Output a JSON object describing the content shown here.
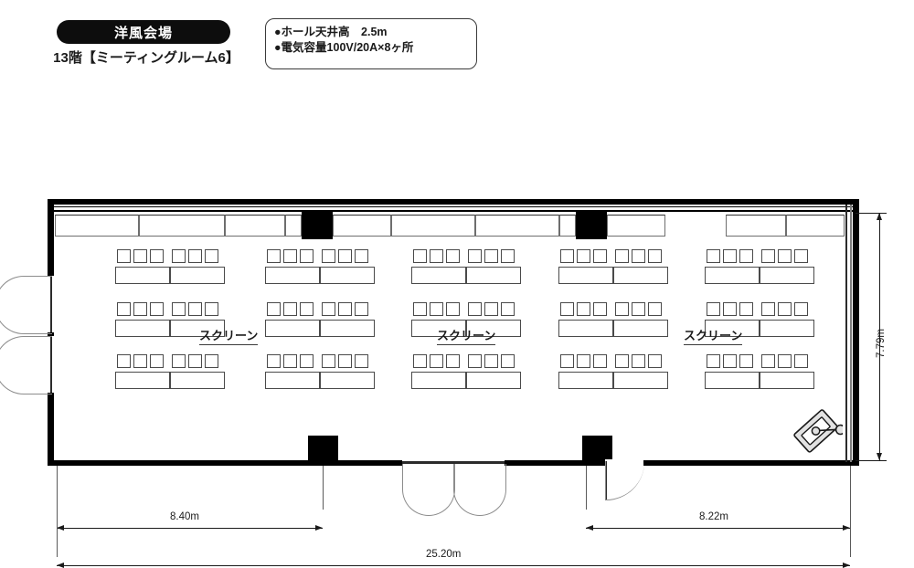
{
  "header": {
    "venue_type": "洋風会場",
    "room_title": "13階【ミーティングルーム6】",
    "notes": [
      "●ホール天井高　2.5m",
      "●電気容量100V/20A×8ヶ所"
    ]
  },
  "plan": {
    "screen_labels": [
      "スクリーン",
      "スクリーン",
      "スクリーン"
    ],
    "podium_icon": "podium-microphone-icon",
    "dimensions": {
      "left_span": "8.40m",
      "right_span": "8.22m",
      "total_width": "25.20m",
      "depth": "7.79m"
    },
    "seating": {
      "cluster_rows": 3,
      "cluster_columns": 5,
      "chairs_per_cluster": 6,
      "tables_per_cluster": 2,
      "total_clusters": 15,
      "total_chairs": 90,
      "total_tables": 30
    },
    "structure": {
      "top_window_panels": 10,
      "pillars": 4,
      "left_wall_doors": 2,
      "bottom_wall_doors": 3
    }
  }
}
